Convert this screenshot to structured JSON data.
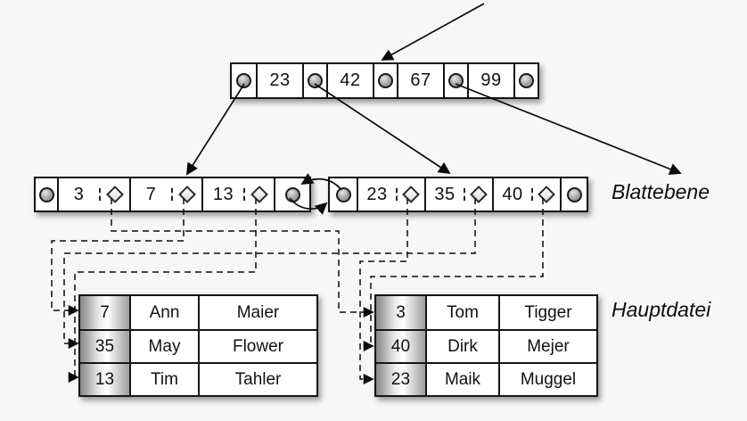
{
  "colors": {
    "background": "#f7f7f7",
    "ink": "#111111",
    "node_fill": "#ffffff",
    "key_column_gradient_gray": "#9e9e9e"
  },
  "root_node": {
    "keys": [
      "23",
      "42",
      "67",
      "99"
    ]
  },
  "leaf_nodes": {
    "left": {
      "keys": [
        "3",
        "7",
        "13"
      ]
    },
    "right": {
      "keys": [
        "23",
        "35",
        "40"
      ]
    }
  },
  "labels": {
    "leaf_level": "Blattebene",
    "main_file": "Hauptdatei"
  },
  "main_file_tables": {
    "left": {
      "rows": [
        {
          "key": "7",
          "first_name": "Ann",
          "last_name": "Maier"
        },
        {
          "key": "35",
          "first_name": "May",
          "last_name": "Flower"
        },
        {
          "key": "13",
          "first_name": "Tim",
          "last_name": "Tahler"
        }
      ]
    },
    "right": {
      "rows": [
        {
          "key": "3",
          "first_name": "Tom",
          "last_name": "Tigger"
        },
        {
          "key": "40",
          "first_name": "Dirk",
          "last_name": "Mejer"
        },
        {
          "key": "23",
          "first_name": "Maik",
          "last_name": "Muggel"
        }
      ]
    }
  }
}
